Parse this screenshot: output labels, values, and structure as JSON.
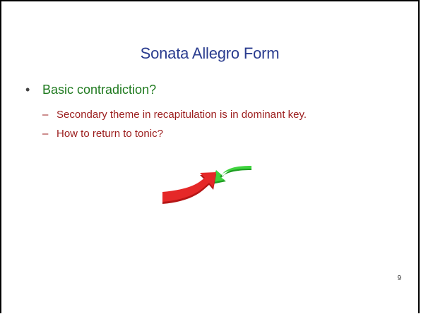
{
  "slide": {
    "title": "Sonata Allegro Form",
    "bullet": "Basic contradiction?",
    "subpoints": [
      "Secondary theme in recapitulation is in dominant key.",
      "How to return to tonic?"
    ],
    "page_number": "9",
    "image": {
      "icon": "converging-arrows-icon",
      "colors": {
        "green_arrow": "#35c534",
        "red_arrow": "#e02323"
      }
    }
  }
}
